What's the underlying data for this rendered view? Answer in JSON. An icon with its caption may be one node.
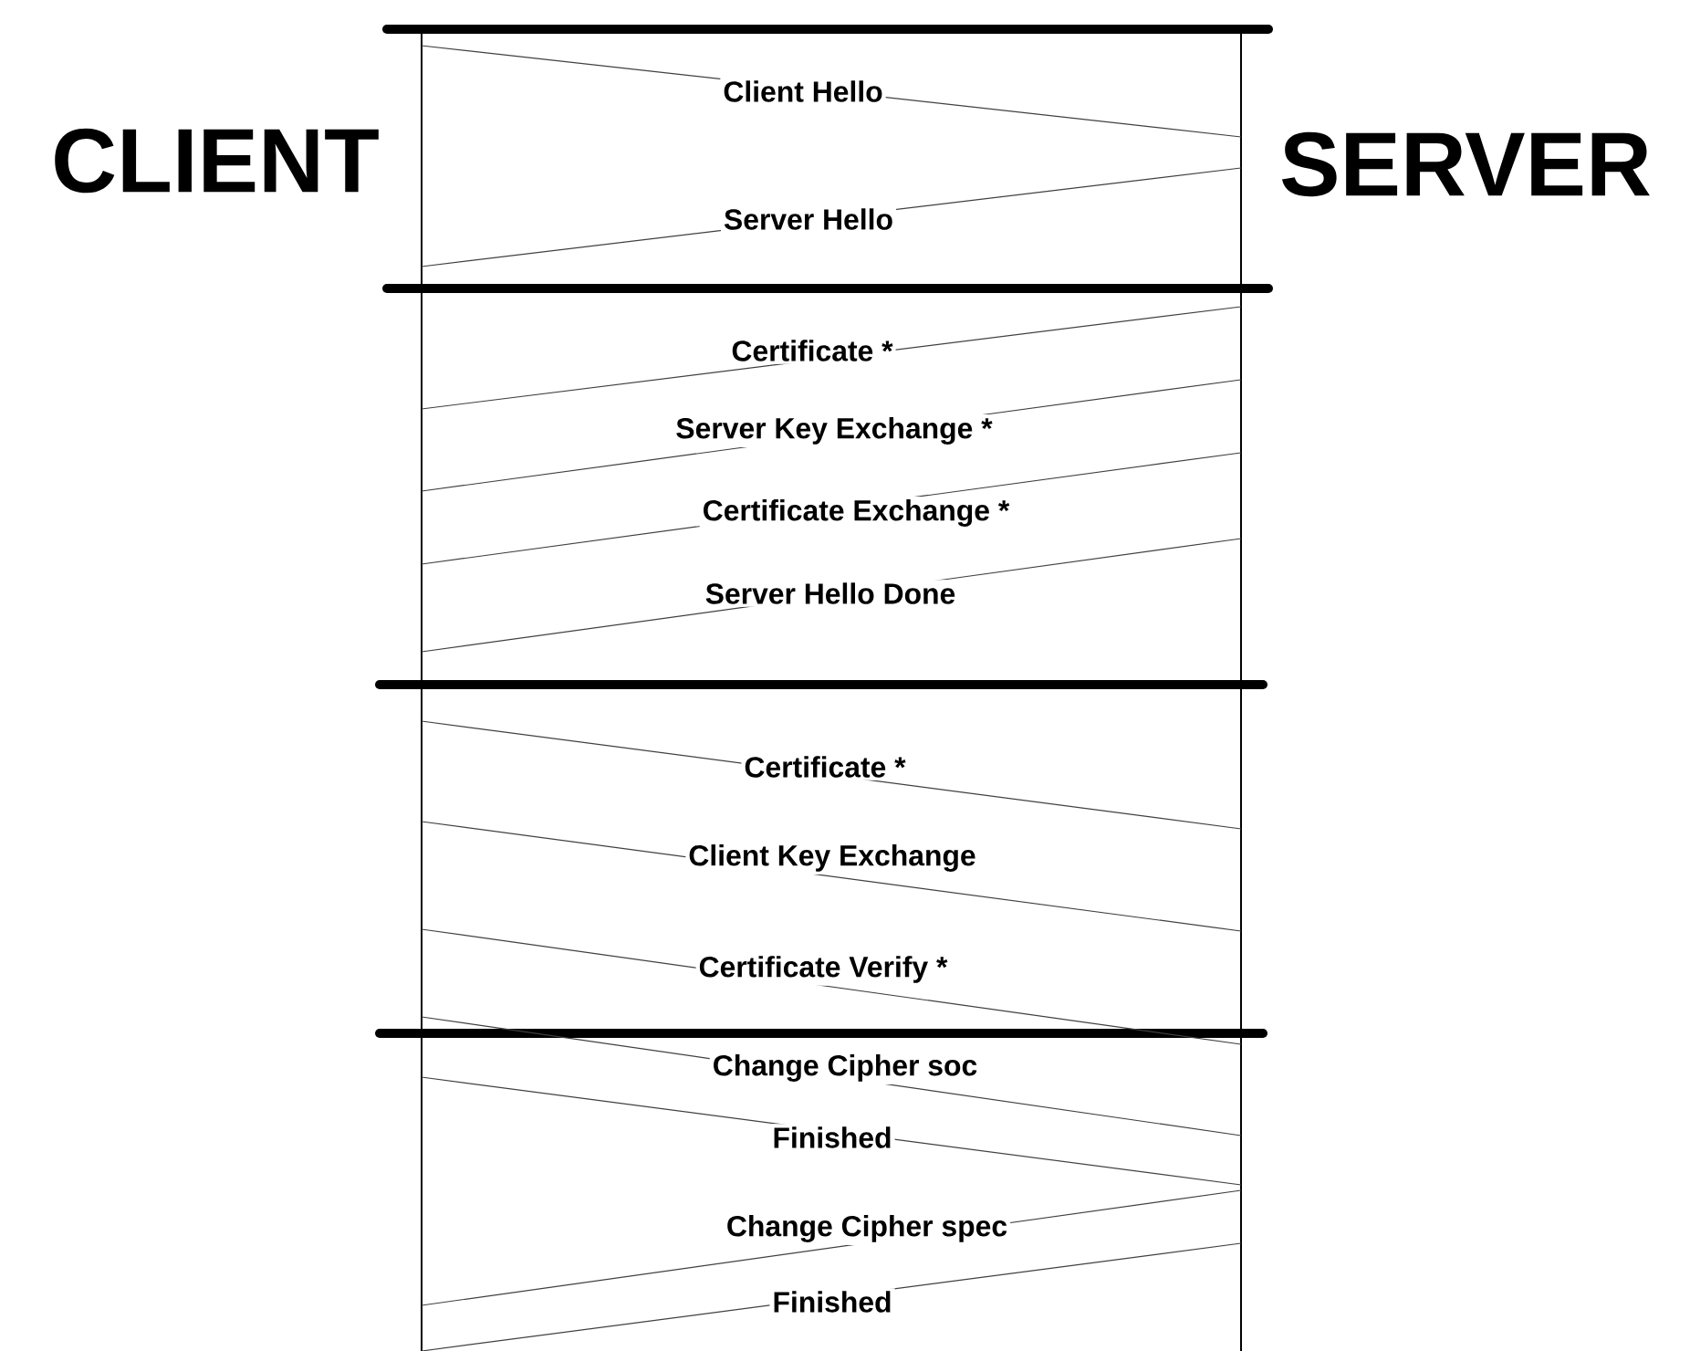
{
  "diagram": {
    "nodes": [
      {
        "text": [
          "CLIENT"
        ]
      },
      {
        "text": [
          "SERVER"
        ]
      },
      {
        "text": [],
        "shape": "bar"
      },
      {
        "text": [],
        "shape": "bar"
      }
    ],
    "edges": [
      {
        "from": 2,
        "to": 3,
        "label": "Client Hello",
        "arrow": "none"
      },
      {
        "from": 3,
        "to": 2,
        "label": "Server Hello",
        "arrow": "none"
      },
      {
        "from": 3,
        "to": 2,
        "label": "Certificate *",
        "arrow": "none"
      },
      {
        "from": 3,
        "to": 2,
        "label": "Server Key Exchange *",
        "arrow": "none"
      },
      {
        "from": 3,
        "to": 2,
        "label": "Certificate Exchange *",
        "arrow": "none"
      },
      {
        "from": 3,
        "to": 2,
        "label": "Server Hello Done",
        "arrow": "none"
      },
      {
        "from": 2,
        "to": 3,
        "label": "Certificate *",
        "arrow": "none"
      },
      {
        "from": 2,
        "to": 3,
        "label": "Client Key Exchange",
        "arrow": "none"
      },
      {
        "from": 2,
        "to": 3,
        "label": "Certificate Verify *",
        "arrow": "none"
      },
      {
        "from": 2,
        "to": 3,
        "label": "Change Cipher soc",
        "arrow": "none"
      },
      {
        "from": 2,
        "to": 3,
        "label": "Finished",
        "arrow": "none"
      },
      {
        "from": 3,
        "to": 2,
        "label": "Change Cipher spec",
        "arrow": "none"
      },
      {
        "from": 3,
        "to": 2,
        "label": "Finished",
        "arrow": "none"
      }
    ]
  }
}
